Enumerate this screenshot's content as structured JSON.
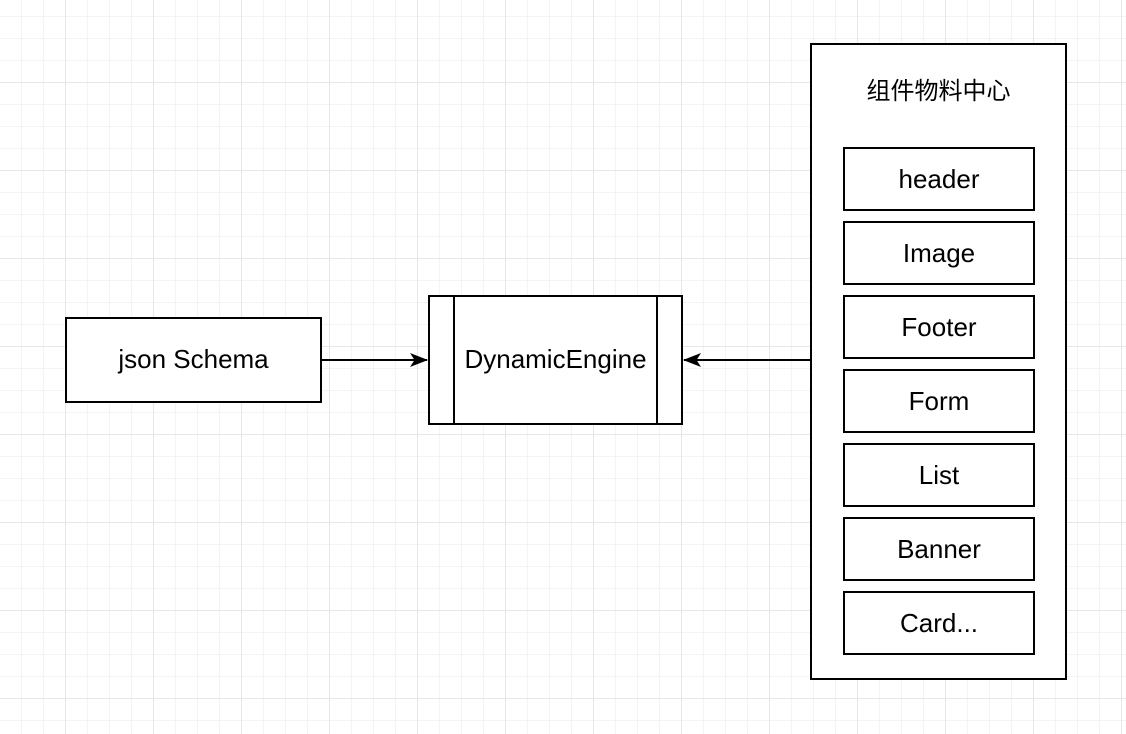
{
  "diagram": {
    "nodes": {
      "json_schema": {
        "label": "json Schema"
      },
      "dynamic_engine": {
        "label": "DynamicEngine"
      },
      "material_center": {
        "title": "组件物料中心",
        "components": [
          "header",
          "Image",
          "Footer",
          "Form",
          "List",
          "Banner",
          "Card..."
        ]
      }
    },
    "connectors": [
      {
        "from": "json_schema",
        "to": "dynamic_engine",
        "arrow": "right"
      },
      {
        "from": "material_center",
        "to": "dynamic_engine",
        "arrow": "left"
      }
    ],
    "colors": {
      "stroke": "#000000",
      "node_fill": "#ffffff",
      "background": "#ffffff",
      "grid_minor": "#f4f4f4",
      "grid_major": "#e7e7e7"
    }
  }
}
